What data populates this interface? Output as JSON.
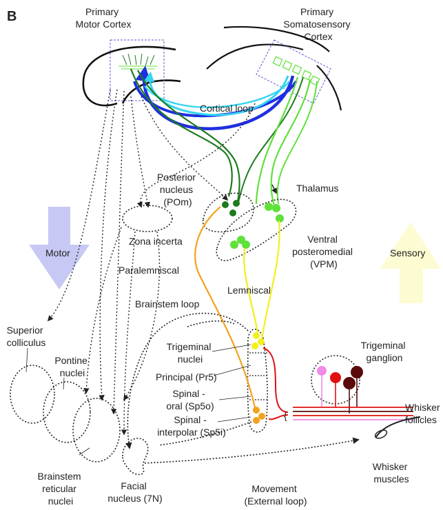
{
  "panel_label": "B",
  "labels": {
    "primary_motor_cortex": [
      "Primary",
      "Motor Cortex"
    ],
    "primary_somatosensory_cortex": [
      "Primary",
      "Somatosensory",
      "Cortex"
    ],
    "cortical_loop": "Cortical loop",
    "posterior_nucleus": [
      "Posterior",
      "nucleus",
      "(POm)"
    ],
    "thalamus": "Thalamus",
    "zona_incerta": "Zona incerta",
    "ventral_posteromedial": [
      "Ventral",
      "posteromedial",
      "(VPM)"
    ],
    "motor": "Motor",
    "sensory": "Sensory",
    "paralemniscal": "Paralemniscal",
    "lemniscal": "Lemniscal",
    "brainstem_loop": "Brainstem loop",
    "superior_colliculus": [
      "Superior",
      "colliculus"
    ],
    "pontine_nuclei": [
      "Pontine",
      "nuclei"
    ],
    "trigeminal_nuclei": [
      "Trigeminal",
      "nuclei"
    ],
    "principal": "Principal (Pr5)",
    "spinal_oral": [
      "Spinal -",
      "oral (Sp5o)"
    ],
    "spinal_interpolar": [
      "Spinal -",
      "interpolar (Sp5i)"
    ],
    "trigeminal_ganglion": [
      "Trigeminal",
      "ganglion"
    ],
    "whisker_follicles": [
      "Whisker",
      "follicles"
    ],
    "brainstem_reticular_nuclei": [
      "Brainstem",
      "reticular",
      "nuclei"
    ],
    "facial_nucleus": [
      "Facial",
      "nucleus (7N)"
    ],
    "movement": [
      "Movement",
      "(External loop)"
    ],
    "whisker_muscles": [
      "Whisker",
      "muscles"
    ]
  },
  "colors": {
    "motor_arrow": "#c8c8f5",
    "sensory_arrow": "#fdfbd2",
    "dark_green": "#1d7a1d",
    "light_green": "#5fe03a",
    "cyan": "#33d5f0",
    "blue": "#1f2fe0",
    "orange": "#f2a21c",
    "yellow": "#f2ef1e",
    "paralemniscal_text": "#f0a020",
    "lemniscal_text": "#e6e21a",
    "red": "#e01010",
    "dark_red": "#5a0a0a",
    "pink": "#f08ce8"
  }
}
